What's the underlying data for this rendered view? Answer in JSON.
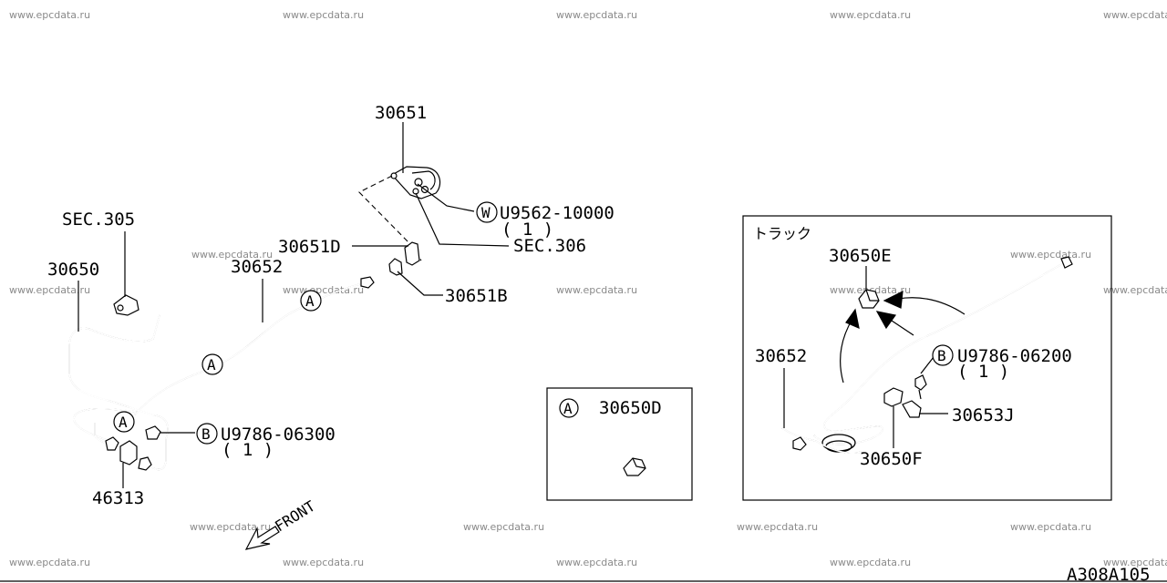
{
  "watermark": "www.epcdata.ru",
  "labels": {
    "p30651": "30651",
    "w_code": "U9562-10000",
    "w_qty": "( 1 )",
    "sec306": "SEC.306",
    "p30651d": "30651D",
    "p30651b": "30651B",
    "sec305": "SEC.305",
    "p30650": "30650",
    "p30652": "30652",
    "b_code": "U9786-06300",
    "b_qty": "( 1 )",
    "p46313": "46313",
    "front": "FRONT",
    "inset_a_part": "30650D",
    "truck_title": "トラック",
    "t30650e": "30650E",
    "t30652": "30652",
    "t_b_code": "U9786-06200",
    "t_b_qty": "( 1 )",
    "t30653j": "30653J",
    "t30650f": "30650F",
    "ref": "A308A105"
  },
  "markers": {
    "a": "A",
    "b": "B",
    "w": "W"
  }
}
